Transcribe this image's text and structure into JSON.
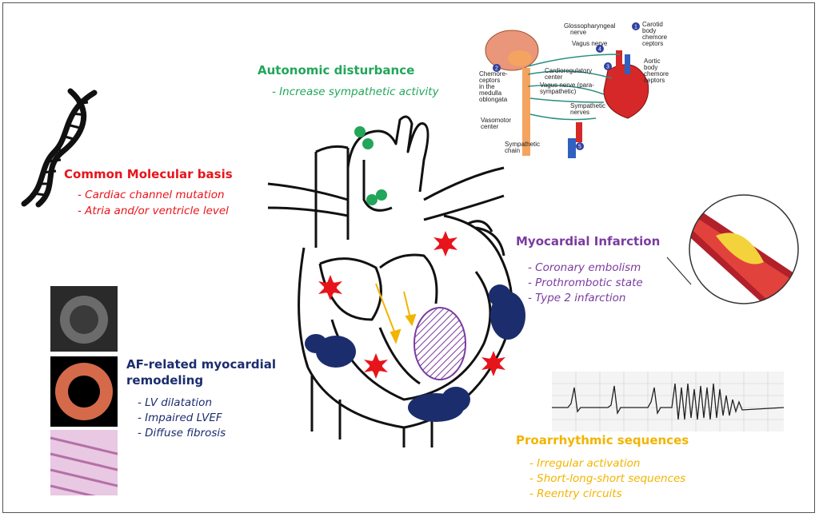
{
  "colors": {
    "autonomic": "#22a65a",
    "molecular": "#e8141b",
    "infarction": "#7a3ba0",
    "remodeling": "#1c2d6e",
    "proarrhythmic": "#f2b400",
    "arrow": "#f2b400",
    "scar": "#1c2d6e",
    "star": "#e8141b"
  },
  "autonomic": {
    "title": "Autonomic disturbance",
    "items": [
      "- Increase sympathetic activity"
    ]
  },
  "molecular": {
    "title": "Common Molecular basis",
    "items": [
      "- Cardiac channel mutation",
      "- Atria and/or ventricle level"
    ]
  },
  "infarction": {
    "title": "Myocardial Infarction",
    "items": [
      "- Coronary embolism",
      "- Prothrombotic state",
      "- Type 2 infarction"
    ]
  },
  "remodeling": {
    "title_line1": "AF-related myocardial",
    "title_line2": "remodeling",
    "items": [
      "- LV dilatation",
      "- Impaired LVEF",
      "- Diffuse fibrosis"
    ]
  },
  "proarrhythmic": {
    "title": "Proarrhythmic sequences",
    "items": [
      "- Irregular activation",
      "- Short-long-short sequences",
      "- Reentry circuits"
    ]
  },
  "nervous_diagram": {
    "labels": {
      "glossopharyngeal": "Glossopharyngeal",
      "nerve": "nerve",
      "vagus_nerve": "Vagus nerve",
      "carotid_1": "Carotid",
      "carotid_2": "body",
      "carotid_3": "chemore",
      "carotid_4": "ceptors",
      "aortic_1": "Aortic",
      "aortic_2": "body",
      "aortic_3": "chemore",
      "aortic_4": "ceptors",
      "chemo_1": "Chemore-",
      "chemo_2": "ceptors",
      "chemo_3": "in the",
      "chemo_4": "medulla",
      "chemo_5": "oblongata",
      "cardio_1": "Cardioregulatory",
      "cardio_2": "center",
      "vagus_para_1": "Vagus nerve (para-",
      "vagus_para_2": "sympathetic)",
      "vasomotor_1": "Vasomotor",
      "vasomotor_2": "center",
      "symp_nerves_1": "Sympathetic",
      "symp_nerves_2": "nerves",
      "symp_chain_1": "Sympathetic",
      "symp_chain_2": "chain",
      "n1": "1",
      "n2": "2",
      "n3": "3",
      "n4": "4",
      "n5": "5"
    }
  }
}
